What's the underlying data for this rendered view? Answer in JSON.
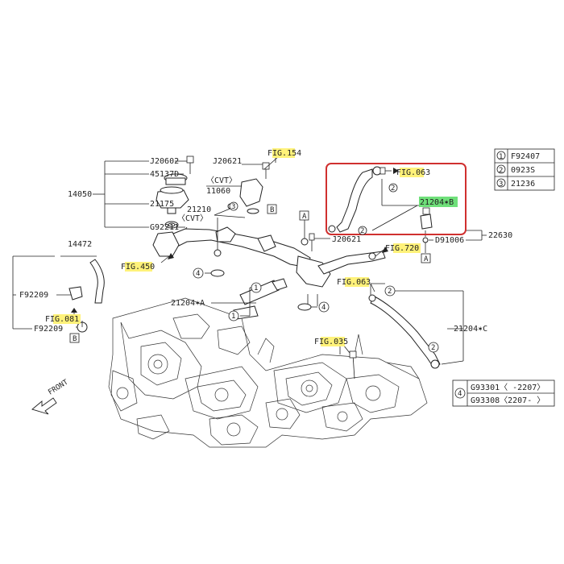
{
  "legend_top": {
    "rows": [
      {
        "num": "1",
        "part": "F92407"
      },
      {
        "num": "2",
        "part": "0923S"
      },
      {
        "num": "3",
        "part": "21236"
      }
    ]
  },
  "legend_bottom": {
    "num": "4",
    "rows": [
      {
        "part": "G93301〈 -2207〉"
      },
      {
        "part": "G93308〈2207- 〉"
      }
    ]
  },
  "labels": {
    "j20602": "J20602",
    "p45137d": "45137D",
    "p14050": "14050",
    "p21175": "21175",
    "g92211": "G92211",
    "fig450": "FIG.450",
    "j20621_top": "J20621",
    "cvt1": "〈CVT〉",
    "p11060": "11060",
    "p21210": "21210",
    "cvt2": "〈CVT〉",
    "fig154": "FIG.154",
    "box_a1": "A",
    "box_b1": "B",
    "fig063_top": "FIG.063",
    "circ2_a": "2",
    "p21204b": "21204✶B",
    "circ2_b": "2",
    "p22630": "22630",
    "d91006": "D91006",
    "box_a2": "A",
    "j20621_mid": "J20621",
    "fig720": "FIG.720",
    "p14472": "14472",
    "f92209_a": "F92209",
    "fig081": "FIG.081",
    "f92209_b": "F92209",
    "box_b2": "B",
    "circ4_a": "4",
    "circ1_a": "1",
    "p21204a": "21204✶A",
    "circ1_b": "1",
    "circ4_b": "4",
    "fig063_mid": "FIG.063",
    "circ2_c": "2",
    "p21204c": "21204✶C",
    "fig035": "FIG.035",
    "circ2_d": "2",
    "front": "FRONT"
  },
  "colors": {
    "highlight": "#fff27a",
    "part_highlight": "#6fe07a",
    "callout_box": "#d0302f"
  }
}
